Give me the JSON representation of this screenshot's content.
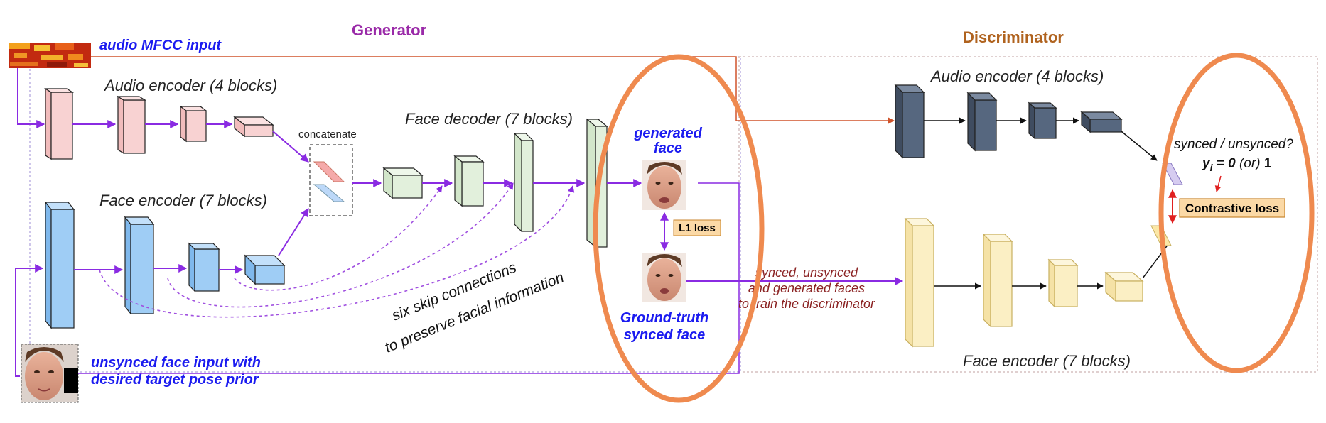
{
  "generator": {
    "title": "Generator",
    "audio_input_label": "audio MFCC input",
    "audio_encoder_label": "Audio encoder (4 blocks)",
    "face_encoder_label": "Face encoder (7 blocks)",
    "face_decoder_label": "Face decoder (7 blocks)",
    "concatenate_label": "concatenate",
    "skip_label_line1": "six skip connections",
    "skip_label_line2": "to preserve facial information",
    "generated_face_line1": "generated",
    "generated_face_line2": "face",
    "l1_loss_label": "L1 loss",
    "ground_truth_line1": "Ground-truth",
    "ground_truth_line2": "synced face",
    "unsynced_input_line1": "unsynced face input with",
    "unsynced_input_line2": "desired target pose prior"
  },
  "discriminator": {
    "title": "Discriminator",
    "audio_encoder_label": "Audio encoder (4 blocks)",
    "face_encoder_label": "Face encoder (7 blocks)",
    "train_label_line1": "synced, unsynced",
    "train_label_line2": "and generated faces",
    "train_label_line3": "to train the discriminator",
    "question_label": "synced / unsynced?",
    "eq_var": "y",
    "eq_sub": "i",
    "eq_rest_1": " = 0 ",
    "eq_or": "(or)",
    "eq_rest_2": " 1",
    "contrastive_loss_label": "Contrastive loss"
  },
  "colors": {
    "generator_title": "#9a2aa8",
    "discriminator_title": "#b0631f",
    "highlight_ellipse": "#ef8a4f",
    "purple_arrow": "#8a2be2",
    "orange_line": "#d0542b",
    "audio_block_pink": "#f8d2d2",
    "face_block_blue": "#9fcdf5",
    "decoder_block_green": "#e2f0dc",
    "disc_audio_block": "#56677f",
    "disc_face_block": "#fbefc4",
    "loss_box": "#fbd9a6"
  },
  "icons": {
    "mfcc": "mfcc-heatmap-icon",
    "face": "face-photo-icon"
  }
}
